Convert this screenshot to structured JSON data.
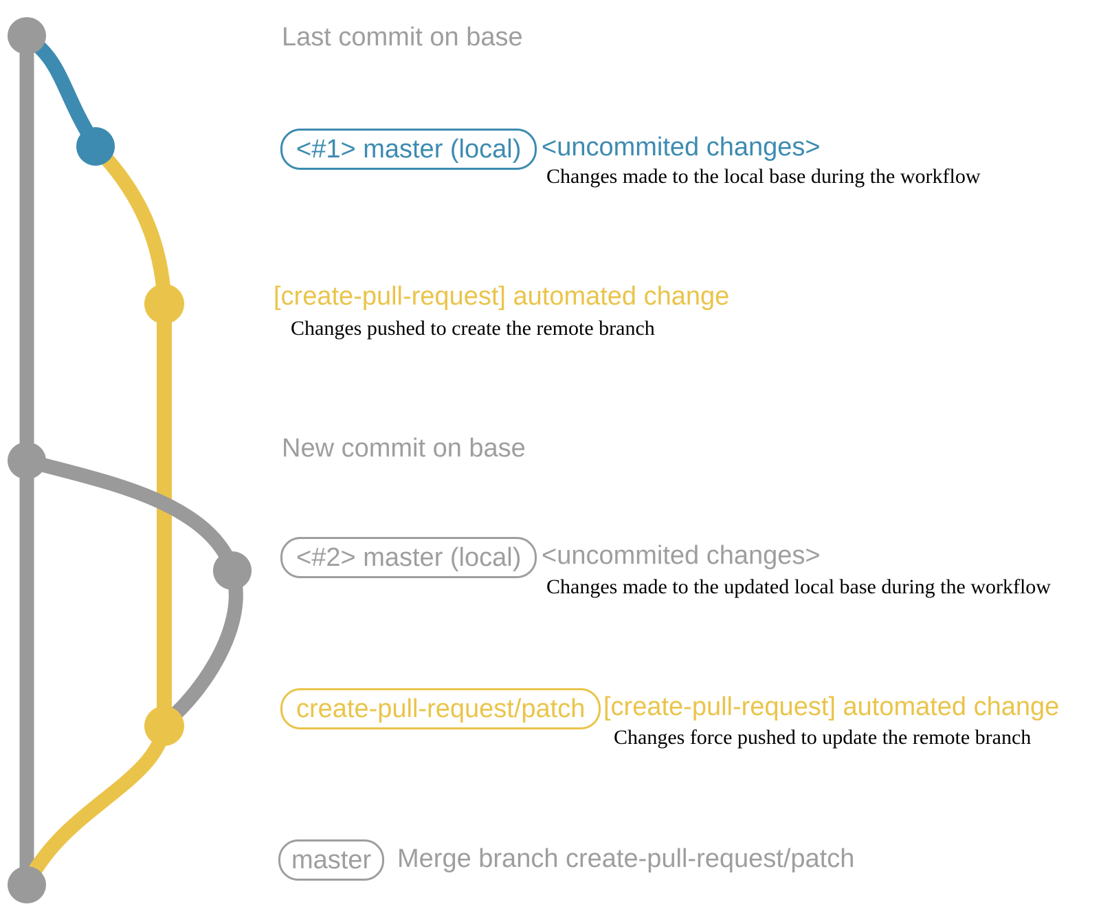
{
  "colors": {
    "gray": "#9a9a9a",
    "graytext": "#9e9e9e",
    "blue": "#3d8bb1",
    "yellow": "#eac44a",
    "caption": "#000000"
  },
  "annotations": {
    "last_commit_label": "Last commit on base",
    "local1_badge": "<#1> master (local)",
    "local1_note": "<uncommited changes>",
    "local1_caption": "Changes made to the local base during the workflow",
    "push1_message": "[create-pull-request] automated change",
    "push1_caption": "Changes pushed to create the remote branch",
    "new_commit_label": "New commit on base",
    "local2_badge": "<#2> master (local)",
    "local2_note": "<uncommited changes>",
    "local2_caption": "Changes made to the updated local base during the workflow",
    "patch_badge": "create-pull-request/patch",
    "push2_message": "[create-pull-request] automated change",
    "push2_caption": "Changes force pushed to update the remote branch",
    "merge_badge": "master",
    "merge_message": "Merge branch create-pull-request/patch"
  },
  "graph": {
    "branches": [
      {
        "name": "base",
        "color": "gray"
      },
      {
        "name": "master (local) #1",
        "color": "blue"
      },
      {
        "name": "create-pull-request/patch",
        "color": "yellow"
      },
      {
        "name": "master (local) #2",
        "color": "gray"
      }
    ],
    "commits": [
      {
        "label": "Last commit on base",
        "branch": "base",
        "color": "gray"
      },
      {
        "label": "<#1> master (local) <uncommited changes>",
        "branch": "master (local) #1",
        "color": "blue"
      },
      {
        "label": "[create-pull-request] automated change",
        "branch": "create-pull-request/patch",
        "color": "yellow"
      },
      {
        "label": "New commit on base",
        "branch": "base",
        "color": "gray"
      },
      {
        "label": "<#2> master (local) <uncommited changes>",
        "branch": "master (local) #2",
        "color": "gray"
      },
      {
        "label": "[create-pull-request] automated change",
        "branch": "create-pull-request/patch",
        "color": "yellow"
      },
      {
        "label": "Merge branch create-pull-request/patch",
        "branch": "base",
        "color": "gray"
      }
    ]
  }
}
